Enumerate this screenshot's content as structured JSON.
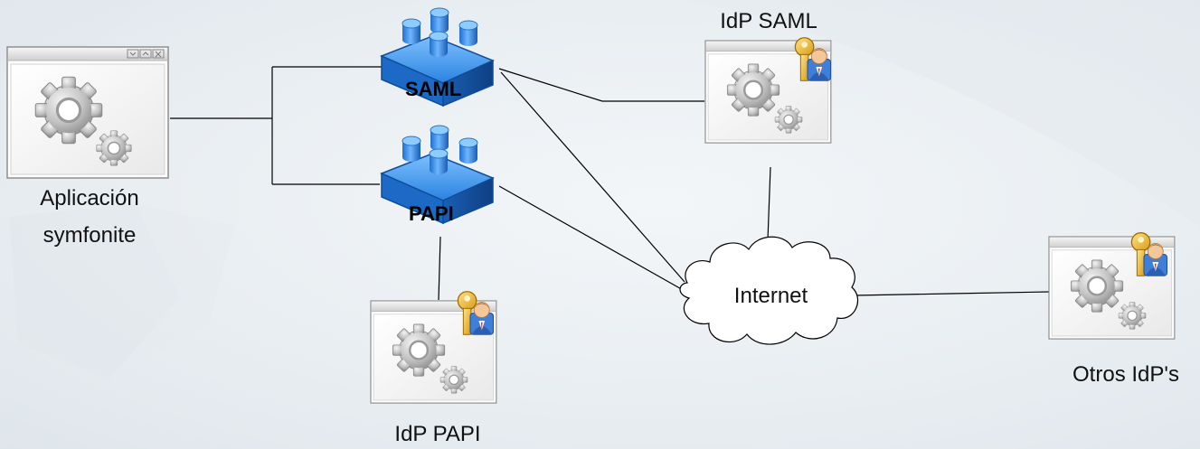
{
  "nodes": {
    "app": {
      "line1": "Aplicación",
      "line2": "symfonite",
      "icon": "gear-window-icon"
    },
    "saml_module": {
      "label": "SAML",
      "icon": "lego-block-icon"
    },
    "papi_module": {
      "label": "PAPI",
      "icon": "lego-block-icon"
    },
    "idp_saml": {
      "label": "IdP SAML",
      "icon": "gear-window-key-user-icon"
    },
    "idp_papi": {
      "label": "IdP PAPI",
      "icon": "gear-window-key-user-icon"
    },
    "internet": {
      "label": "Internet",
      "icon": "cloud-icon"
    },
    "other_idps": {
      "label": "Otros IdP's",
      "icon": "gear-window-key-user-icon"
    }
  },
  "edges": [
    {
      "from": "app",
      "to": "saml_module"
    },
    {
      "from": "app",
      "to": "papi_module"
    },
    {
      "from": "saml_module",
      "to": "idp_saml"
    },
    {
      "from": "saml_module",
      "to": "internet"
    },
    {
      "from": "papi_module",
      "to": "internet"
    },
    {
      "from": "papi_module",
      "to": "idp_papi"
    },
    {
      "from": "idp_saml",
      "to": "internet"
    },
    {
      "from": "internet",
      "to": "other_idps"
    }
  ],
  "colors": {
    "block": "#1f74d2",
    "line": "#000000",
    "background": "#e9eef2"
  }
}
